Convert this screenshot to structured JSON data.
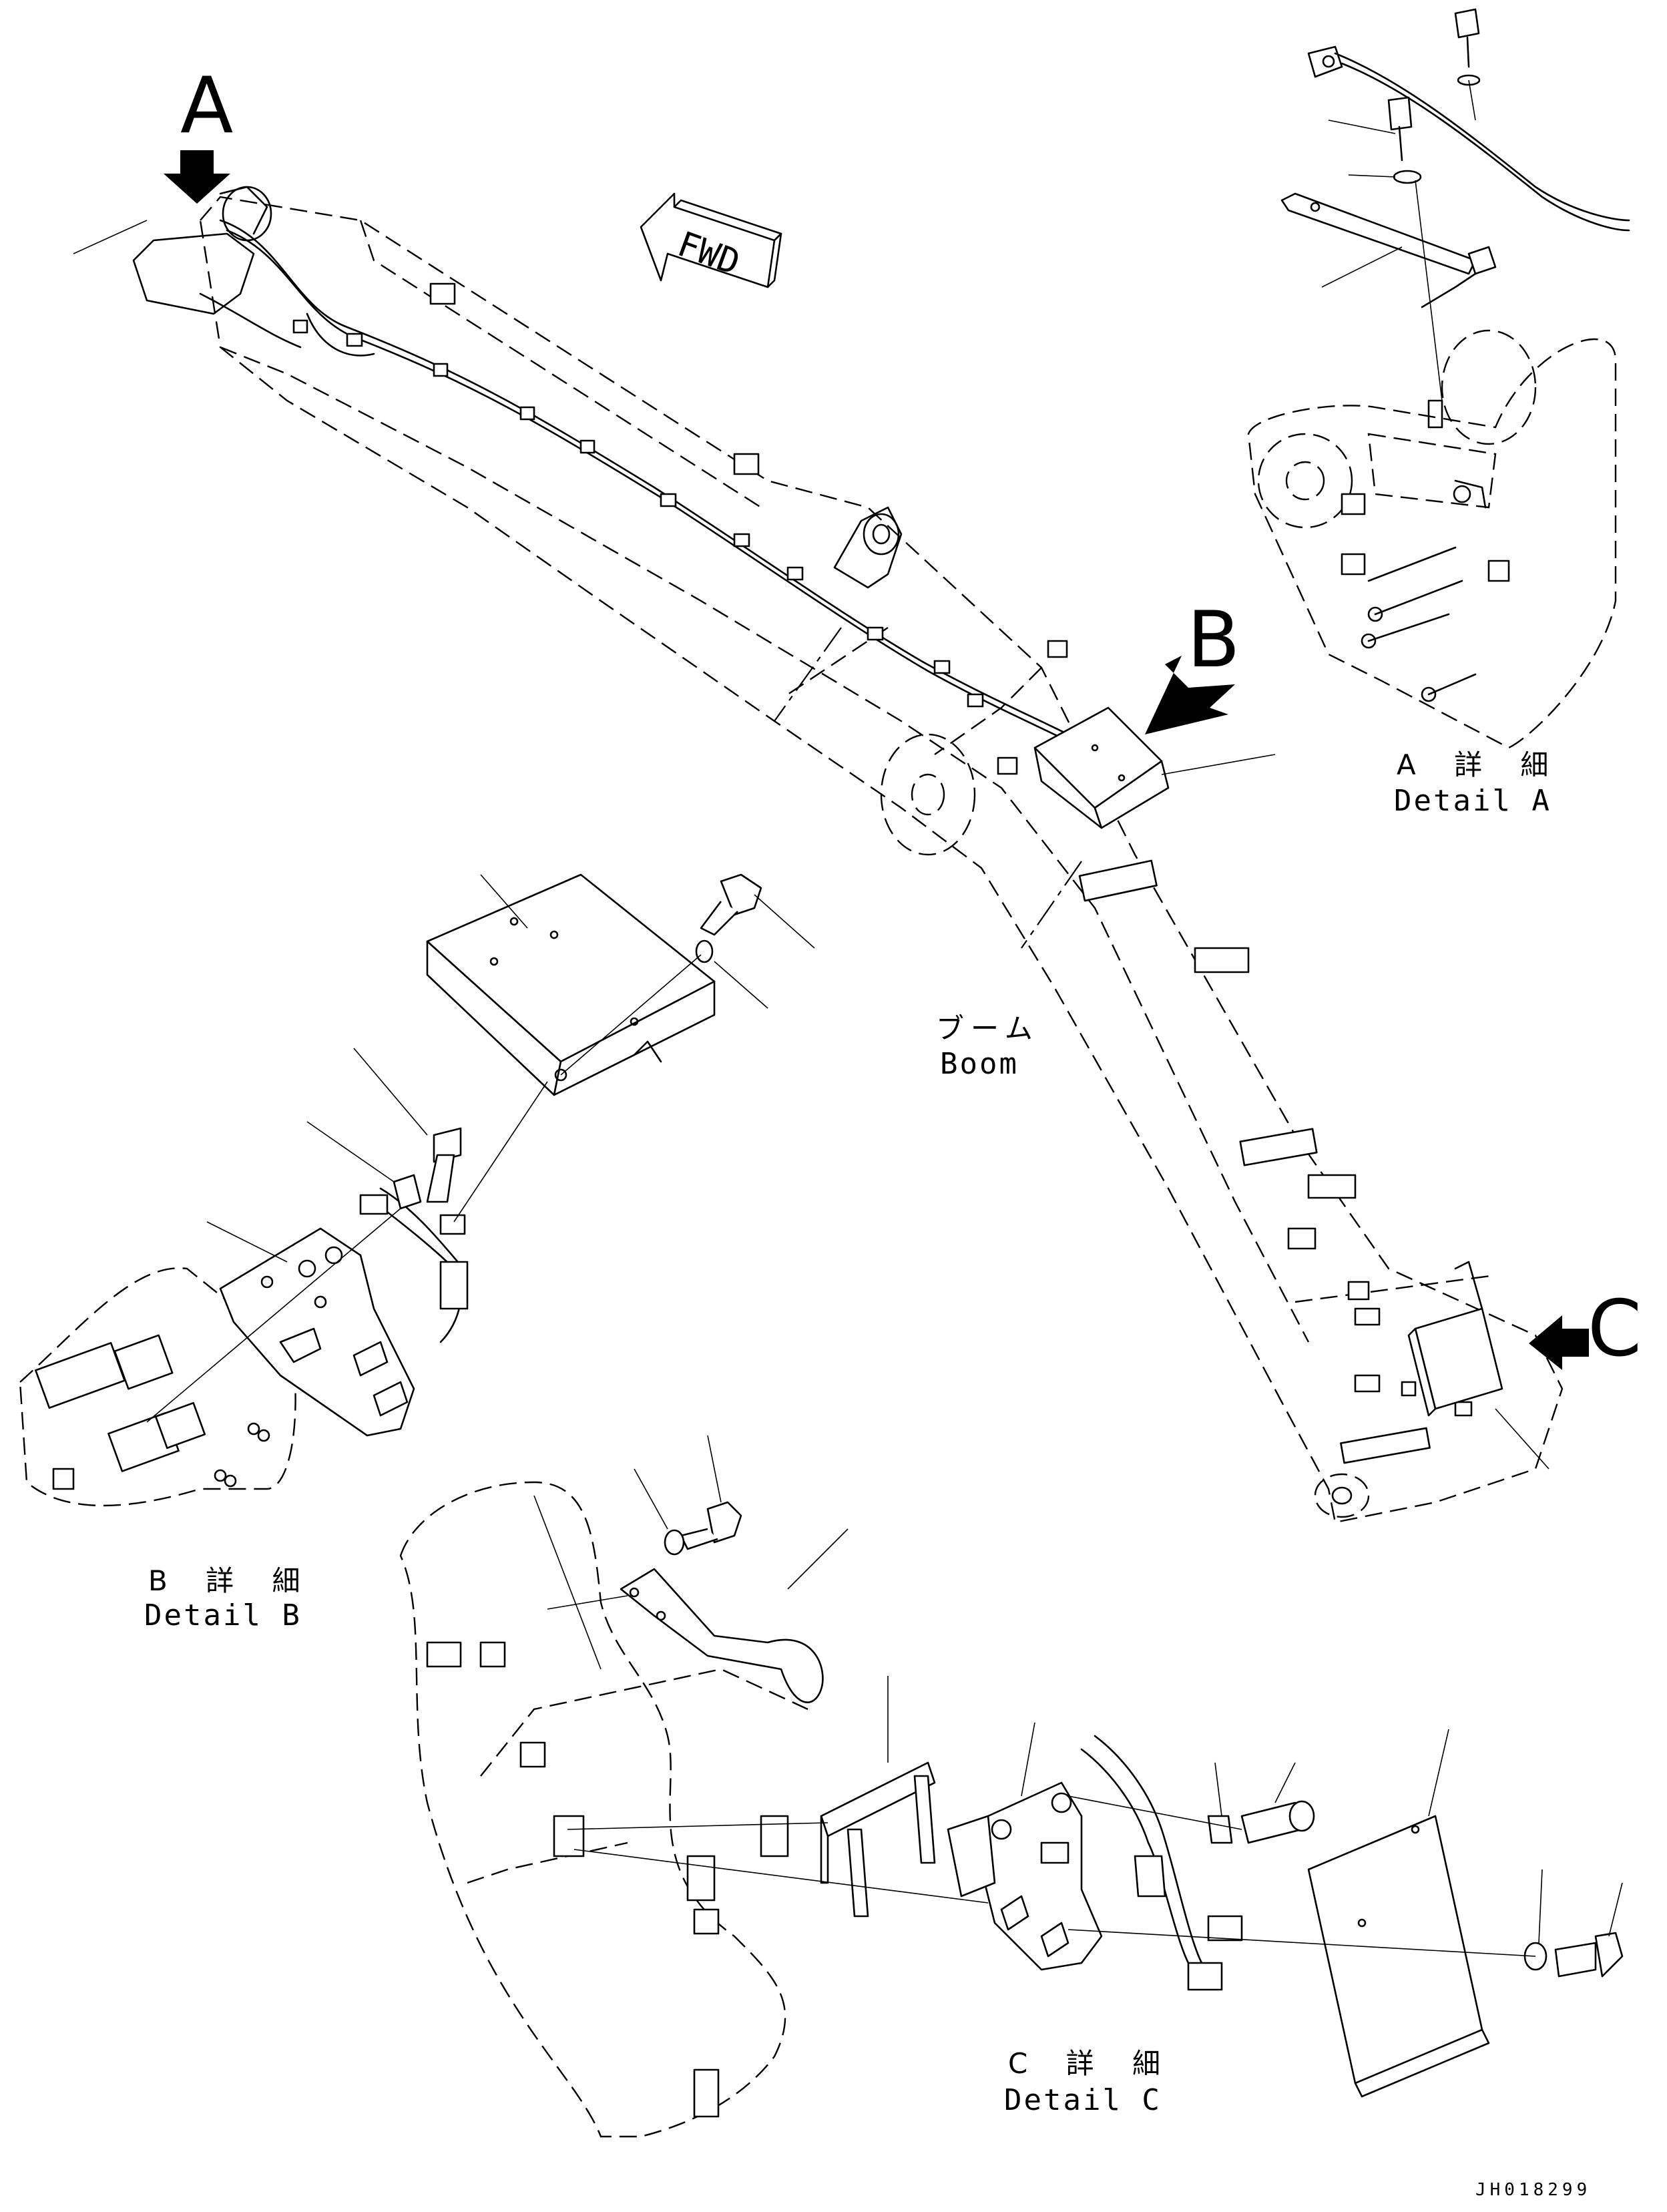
{
  "callouts": {
    "a": "A",
    "b": "B",
    "c": "C"
  },
  "fwd_label": "FWD",
  "boom_label": {
    "jp": "ブーム",
    "en": "Boom"
  },
  "details": {
    "a": {
      "jp": "A 詳 細",
      "en": "Detail A"
    },
    "b": {
      "jp": "B 詳 細",
      "en": "Detail B"
    },
    "c": {
      "jp": "C 詳 細",
      "en": "Detail C"
    }
  },
  "drawing_code": "JH018299",
  "icons": [
    "arrow-a-icon",
    "arrow-b-icon",
    "arrow-c-icon",
    "fwd-arrow-icon"
  ],
  "colors": {
    "line": "#000000",
    "background": "#ffffff"
  }
}
